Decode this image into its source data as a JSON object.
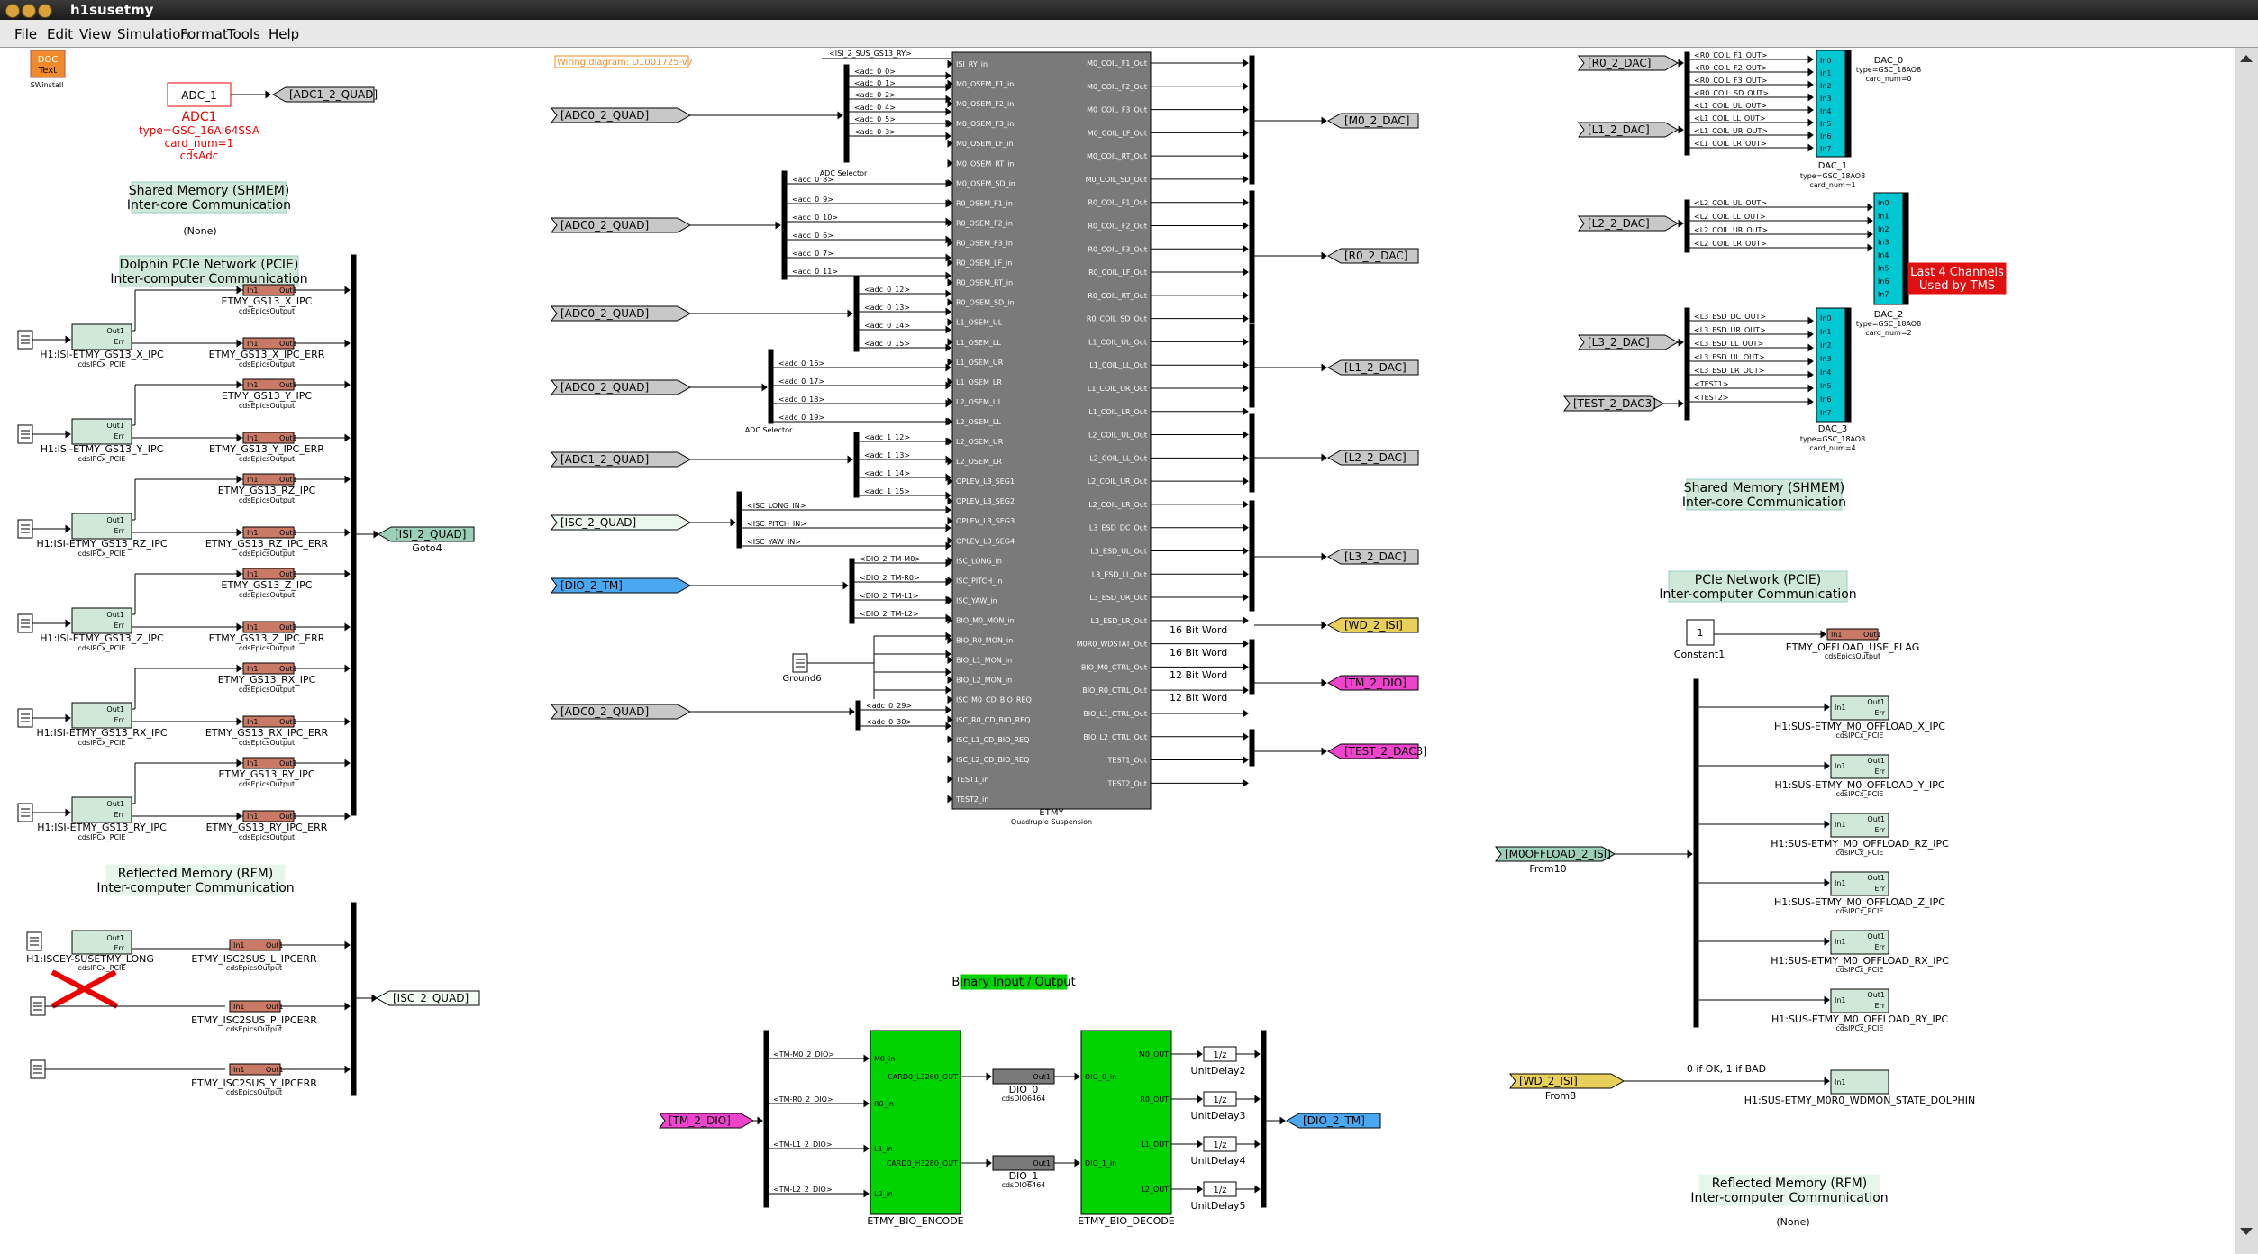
{
  "window": {
    "title": "h1susetmy"
  },
  "menu": [
    "File",
    "Edit",
    "View",
    "Simulation",
    "Format",
    "Tools",
    "Help"
  ],
  "doc_block": {
    "top": "DOC",
    "bottom": "Text",
    "caption": "SWinstall"
  },
  "adc1": {
    "name": "ADC_1",
    "title": "ADC1",
    "type": "type=GSC_16AI64SSA",
    "card": "card_num=1",
    "model": "cdsAdc",
    "goto": "[ADC1_2_QUAD]"
  },
  "wiring_note": "Wiring diagram: D1001725-v7",
  "shmem_left": {
    "title1": "Shared Memory (SHMEM)",
    "title2": "Inter-core Communication",
    "none": "(None)"
  },
  "dolphin": {
    "title1": "Dolphin PCIe Network (PCIE)",
    "title2": "Inter-computer Communication",
    "out": "Out1",
    "err": "Err",
    "in1": "In1",
    "pcie": "cdsIPCx_PCIE",
    "epics": "cdsEpicsOutput",
    "rows": [
      {
        "pcie": "H1:ISI-ETMY_GS13_X_IPC",
        "ipc": "ETMY_GS13_X_IPC",
        "ipcerr": "ETMY_GS13_X_IPC_ERR"
      },
      {
        "pcie": "H1:ISI-ETMY_GS13_Y_IPC",
        "ipc": "ETMY_GS13_Y_IPC",
        "ipcerr": "ETMY_GS13_Y_IPC_ERR"
      },
      {
        "pcie": "H1:ISI-ETMY_GS13_RZ_IPC",
        "ipc": "ETMY_GS13_RZ_IPC",
        "ipcerr": "ETMY_GS13_RZ_IPC_ERR"
      },
      {
        "pcie": "H1:ISI-ETMY_GS13_Z_IPC",
        "ipc": "ETMY_GS13_Z_IPC",
        "ipcerr": "ETMY_GS13_Z_IPC_ERR"
      },
      {
        "pcie": "H1:ISI-ETMY_GS13_RX_IPC",
        "ipc": "ETMY_GS13_RX_IPC",
        "ipcerr": "ETMY_GS13_RX_IPC_ERR"
      },
      {
        "pcie": "H1:ISI-ETMY_GS13_RY_IPC",
        "ipc": "ETMY_GS13_RY_IPC",
        "ipcerr": "ETMY_GS13_RY_IPC_ERR"
      }
    ],
    "goto": "[ISI_2_QUAD]",
    "goto_name": "Goto4"
  },
  "rfm_left": {
    "title1": "Reflected Memory (RFM)",
    "title2": "Inter-computer Communication",
    "pcie": "H1:ISCEY-SUSETMY_LONG",
    "errs": [
      "ETMY_ISC2SUS_L_IPCERR",
      "ETMY_ISC2SUS_P_IPCERR",
      "ETMY_ISC2SUS_Y_IPCERR"
    ],
    "goto": "[ISC_2_QUAD]"
  },
  "froms": {
    "adc0_a": "[ADC0_2_QUAD]",
    "adc0_b": "[ADC0_2_QUAD]",
    "adc0_c": "[ADC0_2_QUAD]",
    "adc0_d": "[ADC0_2_QUAD]",
    "adc1": "[ADC1_2_QUAD]",
    "isc": "[ISC_2_QUAD]",
    "dio": "[DIO_2_TM]",
    "adc0_e": "[ADC0_2_QUAD]",
    "ground": "Ground6",
    "adc_sel": "ADC Selector"
  },
  "bus_tags": {
    "top": "<ISI_2_SUS_GS13_RY>",
    "g1": [
      "<adc_0_0>",
      "<adc_0_1>",
      "<adc_0_2>",
      "<adc_0_4>",
      "<adc_0_5>",
      "<adc_0_3>"
    ],
    "g2": [
      "<adc_0_8>",
      "<adc_0_9>",
      "<adc_0_10>",
      "<adc_0_6>",
      "<adc_0_7>",
      "<adc_0_11>"
    ],
    "g3": [
      "<adc_0_12>",
      "<adc_0_13>",
      "<adc_0_14>",
      "<adc_0_15>"
    ],
    "g4": [
      "<adc_0_16>",
      "<adc_0_17>",
      "<adc_0_18>",
      "<adc_0_19>"
    ],
    "g5": [
      "<adc_1_12>",
      "<adc_1_13>",
      "<adc_1_14>",
      "<adc_1_15>"
    ],
    "g6": [
      "<ISC_LONG_IN>",
      "<ISC_PITCH_IN>",
      "<ISC_YAW_IN>"
    ],
    "g7": [
      "<DIO_2_TM-M0>",
      "<DIO_2_TM-R0>",
      "<DIO_2_TM-L1>",
      "<DIO_2_TM-L2>"
    ],
    "g8": [
      "<adc_0_29>",
      "<adc_0_30>"
    ]
  },
  "etmy": {
    "name": "ETMY",
    "subtitle": "Quadruple Suspension",
    "inputs": [
      "ISI_RY_in",
      "M0_OSEM_F1_in",
      "M0_OSEM_F2_in",
      "M0_OSEM_F3_in",
      "M0_OSEM_LF_in",
      "M0_OSEM_RT_in",
      "M0_OSEM_SD_in",
      "R0_OSEM_F1_in",
      "R0_OSEM_F2_in",
      "R0_OSEM_F3_in",
      "R0_OSEM_LF_in",
      "R0_OSEM_RT_in",
      "R0_OSEM_SD_in",
      "L1_OSEM_UL",
      "L1_OSEM_LL",
      "L1_OSEM_UR",
      "L1_OSEM_LR",
      "L2_OSEM_UL",
      "L2_OSEM_LL",
      "L2_OSEM_UR",
      "L2_OSEM_LR",
      "OPLEV_L3_SEG1",
      "OPLEV_L3_SEG2",
      "OPLEV_L3_SEG3",
      "OPLEV_L3_SEG4",
      "ISC_LONG_in",
      "ISC_PITCH_in",
      "ISC_YAW_in",
      "BIO_M0_MON_in",
      "BIO_R0_MON_in",
      "BIO_L1_MON_in",
      "BIO_L2_MON_in",
      "ISC_M0_CD_BIO_REQ",
      "ISC_R0_CD_BIO_REQ",
      "ISC_L1_CD_BIO_REQ",
      "ISC_L2_CD_BIO_REQ",
      "TEST1_in",
      "TEST2_in"
    ],
    "outputs": [
      "M0_COIL_F1_Out",
      "M0_COIL_F2_Out",
      "M0_COIL_F3_Out",
      "M0_COIL_LF_Out",
      "M0_COIL_RT_Out",
      "M0_COIL_SD_Out",
      "R0_COIL_F1_Out",
      "R0_COIL_F2_Out",
      "R0_COIL_F3_Out",
      "R0_COIL_LF_Out",
      "R0_COIL_RT_Out",
      "R0_COIL_SD_Out",
      "L1_COIL_UL_Out",
      "L1_COIL_LL_Out",
      "L1_COIL_UR_Out",
      "L1_COIL_LR_Out",
      "L2_COIL_UL_Out",
      "L2_COIL_LL_Out",
      "L2_COIL_UR_Out",
      "L2_COIL_LR_Out",
      "L3_ESD_DC_Out",
      "L3_ESD_UL_Out",
      "L3_ESD_LL_Out",
      "L3_ESD_UR_Out",
      "L3_ESD_LR_Out",
      "M0R0_WDSTAT_Out",
      "BIO_M0_CTRL_Out",
      "BIO_R0_CTRL_Out",
      "BIO_L1_CTRL_Out",
      "BIO_L2_CTRL_Out",
      "TEST1_Out",
      "TEST2_Out"
    ],
    "word_labels": [
      "16 Bit Word",
      "16 Bit Word",
      "12 Bit Word",
      "12 Bit Word"
    ]
  },
  "gotos_mid": [
    "[M0_2_DAC]",
    "[R0_2_DAC]",
    "[L1_2_DAC]",
    "[L2_2_DAC]",
    "[L3_2_DAC]",
    "[WD_2_ISI]",
    "[TM_2_DIO]",
    "[TEST_2_DAC3]"
  ],
  "bio": {
    "title": "Binary Input / Output",
    "from": "[TM_2_DIO]",
    "in_tags": [
      "<TM-M0_2_DIO>",
      "<TM-R0_2_DIO>",
      "<TM-L1_2_DIO>",
      "<TM-L2_2_DIO>"
    ],
    "enc_ports": [
      "M0_in",
      "R0_in",
      "L1_in",
      "L2_in"
    ],
    "enc_out": [
      "CARD0_L3280_OUT",
      "CARD0_H3280_OUT"
    ],
    "encoder": "ETMY_BIO_ENCODE",
    "dio0": "DIO_0",
    "dio1": "DIO_1",
    "dio_model": "cdsDIO6464",
    "out1": "Out1",
    "dec_in": [
      "DIO_0_in",
      "DIO_1_in"
    ],
    "dec_out": [
      "M0_OUT",
      "R0_OUT",
      "L1_OUT",
      "L2_OUT"
    ],
    "decoder": "ETMY_BIO_DECODE",
    "delay_text": "1/z",
    "delays": [
      "UnitDelay2",
      "UnitDelay3",
      "UnitDelay4",
      "UnitDelay5"
    ],
    "goto": "[DIO_2_TM]"
  },
  "dac": {
    "from": [
      "[R0_2_DAC]",
      "[L1_2_DAC]",
      "[L2_2_DAC]",
      "[L3_2_DAC]",
      "[TEST_2_DAC3]"
    ],
    "dac1_tags": [
      "<R0_COIL_F1_OUT>",
      "<R0_COIL_F2_OUT>",
      "<R0_COIL_F3_OUT>",
      "<R0_COIL_SD_OUT>",
      "<L1_COIL_UL_OUT>",
      "<L1_COIL_LL_OUT>",
      "<L1_COIL_UR_OUT>",
      "<L1_COIL_LR_OUT>"
    ],
    "dac2_tags": [
      "<L2_COIL_UL_OUT>",
      "<L2_COIL_LL_OUT>",
      "<L2_COIL_UR_OUT>",
      "<L2_COIL_LR_OUT>"
    ],
    "dac3_tags": [
      "<L3_ESD_DC_OUT>",
      "<L3_ESD_UR_OUT>",
      "<L3_ESD_LL_OUT>",
      "<L3_ESD_UL_OUT>",
      "<L3_ESD_LR_OUT>",
      "<TEST1>",
      "<TEST2>"
    ],
    "ports": [
      "In0",
      "In1",
      "In2",
      "In3",
      "In4",
      "In5",
      "In6",
      "In7"
    ],
    "dac1": {
      "name": "DAC_1",
      "type": "type=GSC_18AO8",
      "card": "card_num=1"
    },
    "dac0": {
      "name": "DAC_0",
      "type": "type=GSC_18AO8",
      "card": "card_num=0"
    },
    "dac2": {
      "name": "DAC_2",
      "type": "type=GSC_18AO8",
      "card": "card_num=2"
    },
    "dac3": {
      "name": "DAC_3",
      "type": "type=GSC_18AO8",
      "card": "card_num=4"
    },
    "tms_note1": "Last 4 Channels",
    "tms_note2": "Used by TMS"
  },
  "shmem_right": {
    "title1": "Shared Memory (SHMEM)",
    "title2": "Inter-core Communication"
  },
  "pcie_right": {
    "title1": "PCIe Network (PCIE)",
    "title2": "Inter-computer Communication",
    "const_value": "1",
    "const_name": "Constant1",
    "flag_name": "ETMY_OFFLOAD_USE_FLAG",
    "from": "[M0OFFLOAD_2_ISI]",
    "from_name": "From10",
    "offload": [
      "H1:SUS-ETMY_M0_OFFLOAD_X_IPC",
      "H1:SUS-ETMY_M0_OFFLOAD_Y_IPC",
      "H1:SUS-ETMY_M0_OFFLOAD_RZ_IPC",
      "H1:SUS-ETMY_M0_OFFLOAD_Z_IPC",
      "H1:SUS-ETMY_M0_OFFLOAD_RX_IPC",
      "H1:SUS-ETMY_M0_OFFLOAD_RY_IPC"
    ],
    "wd_from": "[WD_2_ISI]",
    "wd_from_name": "From8",
    "wd_note": "0 if OK, 1 if BAD",
    "wd_ipc": "H1:SUS-ETMY_M0R0_WDMON_STATE_DOLPHIN"
  },
  "rfm_right": {
    "title1": "Reflected Memory (RFM)",
    "title2": "Inter-computer Communication",
    "none": "(None)"
  },
  "colors": {
    "gray_block": "#7a7a7a",
    "green_block": "#00d400",
    "dac_cyan": "#00c8d2",
    "epics_red": "#c87a66",
    "pcie_green": "#cfe8d8",
    "goto_yellow": "#e8cf5a",
    "goto_magenta": "#ee44cc",
    "goto_blue": "#4aa8f0",
    "goto_teal": "#9ccfb8"
  }
}
